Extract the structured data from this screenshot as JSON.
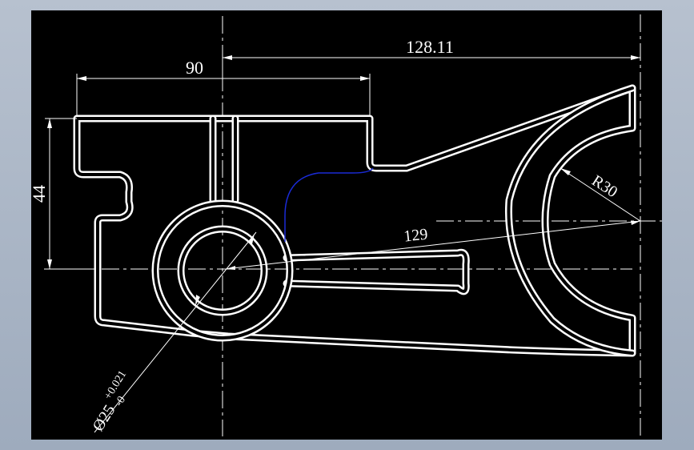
{
  "drawing": {
    "background_color": "#000000",
    "frame_color": "#a9b4c4",
    "line_color": "#ffffff",
    "highlight_color": "#1a2bd6"
  },
  "dimensions": {
    "overall_length": "128.11",
    "top_width": "90",
    "height": "44",
    "radius": "R30",
    "center_distance": "129",
    "bore_diameter": "Ø25",
    "bore_tol_upper": "+0.021",
    "bore_tol_lower": "-0"
  }
}
